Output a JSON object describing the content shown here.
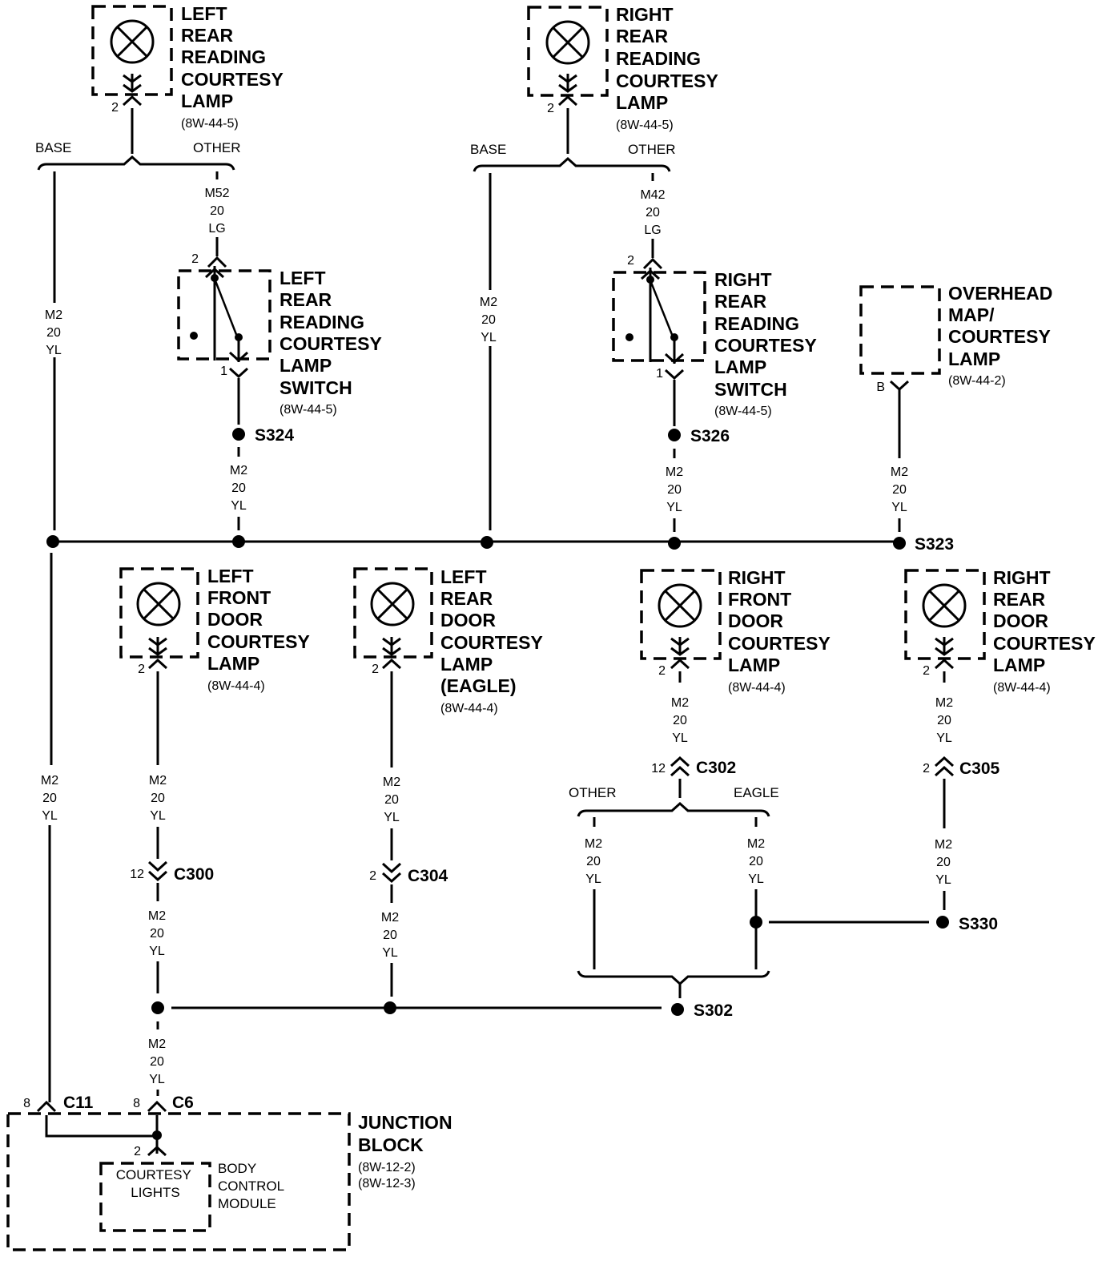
{
  "components": {
    "lr_reading_lamp": {
      "title": [
        "LEFT",
        "REAR",
        "READING",
        "COURTESY",
        "LAMP"
      ],
      "ref": "(8W-44-5)",
      "pin": "2"
    },
    "rr_reading_lamp": {
      "title": [
        "RIGHT",
        "REAR",
        "READING",
        "COURTESY",
        "LAMP"
      ],
      "ref": "(8W-44-5)",
      "pin": "2"
    },
    "lr_reading_switch": {
      "title": [
        "LEFT",
        "REAR",
        "READING",
        "COURTESY",
        "LAMP",
        "SWITCH"
      ],
      "ref": "(8W-44-5)",
      "pin_top": "2",
      "pin_bottom": "1"
    },
    "rr_reading_switch": {
      "title": [
        "RIGHT",
        "REAR",
        "READING",
        "COURTESY",
        "LAMP",
        "SWITCH"
      ],
      "ref": "(8W-44-5)",
      "pin_top": "2",
      "pin_bottom": "1"
    },
    "overhead_lamp": {
      "title": [
        "OVERHEAD",
        "MAP/",
        "COURTESY",
        "LAMP"
      ],
      "ref": "(8W-44-2)",
      "pin": "B"
    },
    "lf_door_lamp": {
      "title": [
        "LEFT",
        "FRONT",
        "DOOR",
        "COURTESY",
        "LAMP"
      ],
      "ref": "(8W-44-4)",
      "pin": "2"
    },
    "lr_door_lamp": {
      "title": [
        "LEFT",
        "REAR",
        "DOOR",
        "COURTESY",
        "LAMP",
        "(EAGLE)"
      ],
      "ref": "(8W-44-4)",
      "pin": "2"
    },
    "rf_door_lamp": {
      "title": [
        "RIGHT",
        "FRONT",
        "DOOR",
        "COURTESY",
        "LAMP"
      ],
      "ref": "(8W-44-4)",
      "pin": "2"
    },
    "rr_door_lamp": {
      "title": [
        "RIGHT",
        "REAR",
        "DOOR",
        "COURTESY",
        "LAMP"
      ],
      "ref": "(8W-44-4)",
      "pin": "2"
    },
    "junction_block": {
      "title": [
        "JUNCTION",
        "BLOCK"
      ],
      "refs": [
        "(8W-12-2)",
        "(8W-12-3)"
      ]
    },
    "bcm": {
      "inner": [
        "COURTESY",
        "LIGHTS"
      ],
      "title": [
        "BODY",
        "CONTROL",
        "MODULE"
      ],
      "pin": "2"
    }
  },
  "options": {
    "base": "BASE",
    "other": "OTHER",
    "eagle": "EAGLE"
  },
  "wires": {
    "m52": [
      "M52",
      "20",
      "LG"
    ],
    "m42": [
      "M42",
      "20",
      "LG"
    ],
    "m2": [
      "M2",
      "20",
      "YL"
    ]
  },
  "splices": {
    "s324": "S324",
    "s326": "S326",
    "s323": "S323",
    "s330": "S330",
    "s302": "S302"
  },
  "connectors": {
    "c300": {
      "name": "C300",
      "pin": "12"
    },
    "c304": {
      "name": "C304",
      "pin": "2"
    },
    "c302": {
      "name": "C302",
      "pin": "12"
    },
    "c305": {
      "name": "C305",
      "pin": "2"
    },
    "c11": {
      "name": "C11",
      "pin": "8"
    },
    "c6": {
      "name": "C6",
      "pin": "8"
    }
  }
}
